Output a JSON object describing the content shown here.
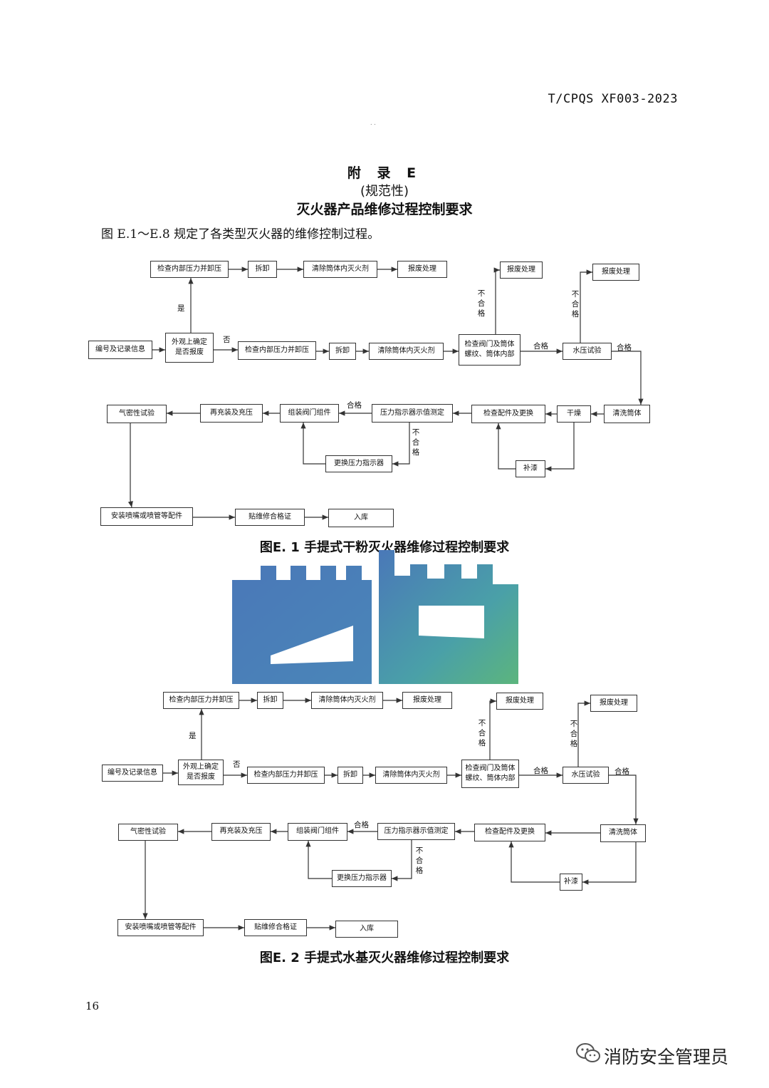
{
  "header": {
    "standard_code": "T/CPQS XF003-2023",
    "dots": ". ."
  },
  "appendix": {
    "label": "附 录 E",
    "type": "(规范性)",
    "title": "灭火器产品维修过程控制要求"
  },
  "intro": "图 E.1～E.8 规定了各类型灭火器的维修控制过程。",
  "nodes": {
    "record": "编号及记录信息",
    "visual": "外观上确定\n是否报废",
    "check_pressure": "检查内部压力并卸压",
    "disassemble": "拆卸",
    "clear_agent": "清除筒体内灭火剂",
    "scrap": "报废处理",
    "check_valve": "检查阀门及筒体\n螺纹、筒体内部",
    "hydro_test": "水压试验",
    "clean_body": "清洗筒体",
    "dry": "干燥",
    "check_parts": "检查配件及更换",
    "repaint": "补漆",
    "gauge_test": "压力指示器示值测定",
    "replace_gauge": "更换压力指示器",
    "assemble_valve": "组装阀门组件",
    "refill": "再充装及充压",
    "airtight": "气密性试验",
    "install_nozzle": "安装喷嘴或喷管等配件",
    "label": "贴维修合格证",
    "storage": "入库"
  },
  "edge_labels": {
    "yes": "是",
    "no": "否",
    "pass": "合格",
    "fail": "不\n合\n格"
  },
  "figures": [
    {
      "caption": "图E. 1 手提式干粉灭火器维修过程控制要求"
    },
    {
      "caption": "图E. 2 手提式水基灭火器维修过程控制要求"
    }
  ],
  "footer": {
    "page_number": "16",
    "watermark": "消防安全管理员"
  },
  "colors": {
    "logo_blue": "#4a78b8",
    "logo_teal": "#4aa0a8",
    "logo_green": "#5cb57d"
  }
}
